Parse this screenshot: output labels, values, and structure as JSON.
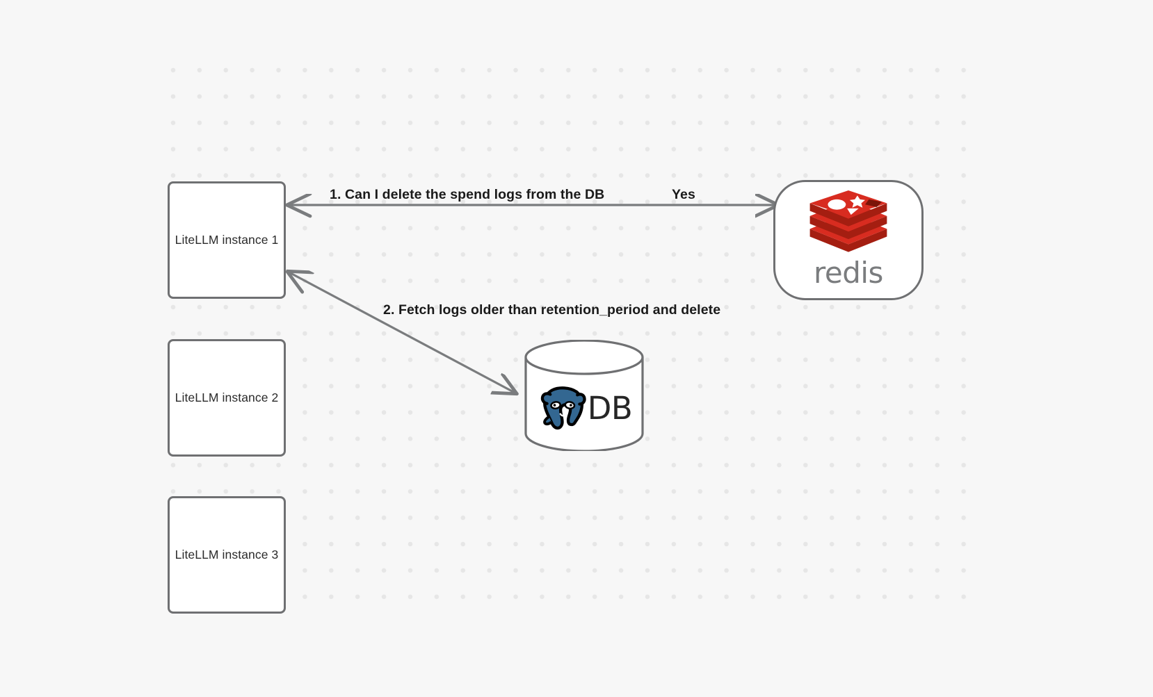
{
  "canvas": {
    "background_color": "#f7f7f7",
    "grid_dot_color": "#e6e6e6"
  },
  "nodes": {
    "instances": [
      {
        "id": "litellm-1",
        "label": "LiteLLM instance 1"
      },
      {
        "id": "litellm-2",
        "label": "LiteLLM instance 2"
      },
      {
        "id": "litellm-3",
        "label": "LiteLLM instance 3"
      }
    ],
    "redis": {
      "wordmark": "redis",
      "logo_color": "#d82c20",
      "logo_dark_color": "#a41e11",
      "wordmark_color": "#7a7c7e"
    },
    "database": {
      "label": "DB",
      "logo_name": "postgresql-elephant-icon",
      "logo_color": "#336791",
      "stroke_color": "#6f7072"
    }
  },
  "edges": [
    {
      "id": "edge-redis-request",
      "from": "litellm-1",
      "to": "redis",
      "label": "1.  Can I delete the spend logs from the DB",
      "reply_label": "Yes",
      "stroke_color": "#7a7c7e"
    },
    {
      "id": "edge-db-fetch",
      "from": "litellm-1",
      "to": "database",
      "label": "2.  Fetch logs older than retention_period and delete",
      "stroke_color": "#7a7c7e"
    }
  ]
}
